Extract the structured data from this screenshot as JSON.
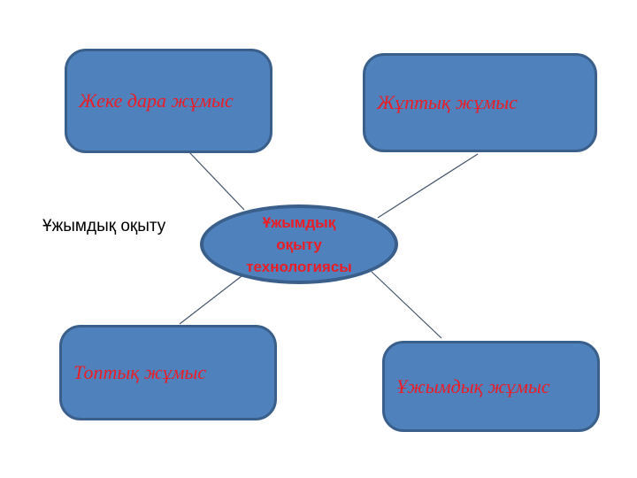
{
  "diagram": {
    "center": {
      "full_text": "Ұжымдық оқыту технологиясы",
      "line1": "Ұжымдық",
      "line2": "оқыту",
      "line3": "технологиясы"
    },
    "nodes": [
      {
        "id": "individual-work",
        "label": "Жеке дара жұмыс"
      },
      {
        "id": "pair-work",
        "label": "Жұптық жұмыс"
      },
      {
        "id": "group-work",
        "label": "Топтық жұмыс"
      },
      {
        "id": "collective-work",
        "label": "Ұжымдық жұмыс"
      }
    ],
    "floating_label": "Ұжымдық оқыту",
    "colors": {
      "node_fill": "#4f81bd",
      "node_border": "#3a5f8b",
      "label_red": "#ed1c24",
      "floating_label_black": "#000000",
      "connector": "#44546a",
      "background": "#ffffff"
    }
  }
}
